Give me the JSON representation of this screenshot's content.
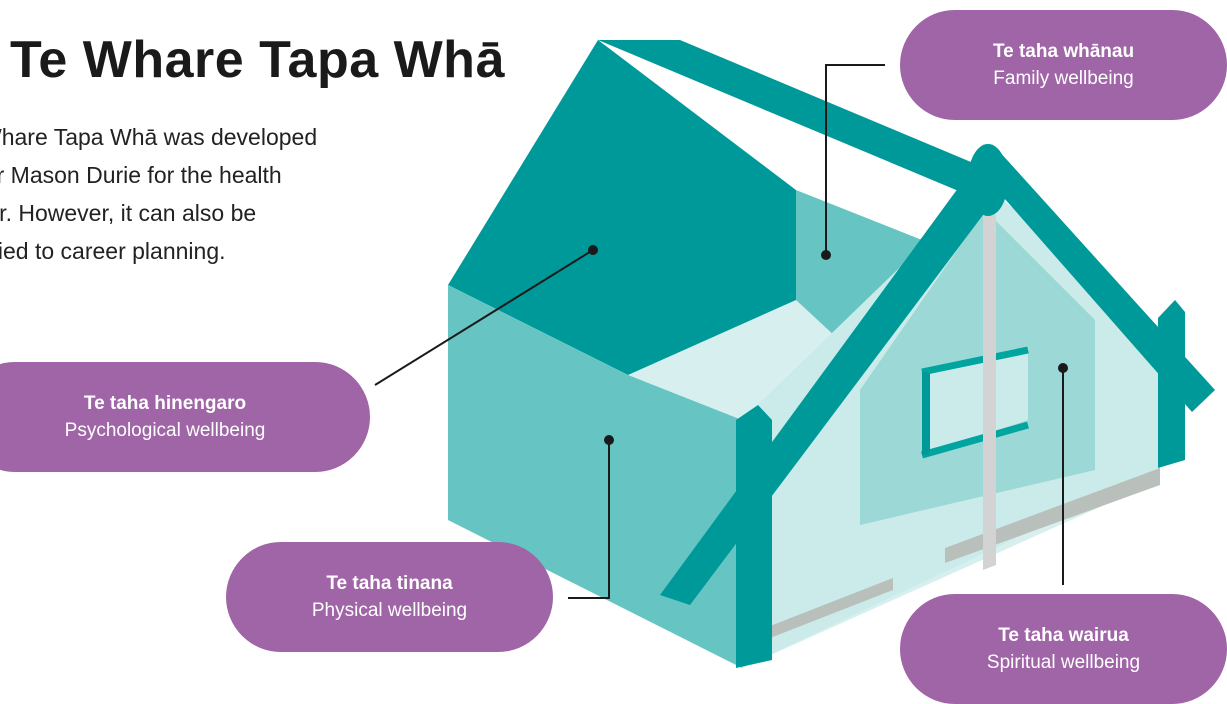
{
  "title": "Te Whare Tapa Whā",
  "intro_lines": [
    "Whare Tapa Whā was developed",
    "Dr Mason Durie for the health",
    "tor. However, it can also be",
    "plied to career planning."
  ],
  "labels": {
    "whanau": {
      "name": "Te taha whānau",
      "desc": "Family wellbeing"
    },
    "hinengaro": {
      "name": "Te taha hinengaro",
      "desc": "Psychological wellbeing"
    },
    "tinana": {
      "name": "Te taha tinana",
      "desc": "Physical wellbeing"
    },
    "wairua": {
      "name": "Te taha wairua",
      "desc": "Spiritual wellbeing"
    }
  },
  "colors": {
    "teal_dark": "#009999",
    "teal_mid": "#66c5c3",
    "teal_light": "#9bd8d6",
    "teal_pale": "#cbebea",
    "floor": "#d7f0ef",
    "base_grey": "#b9c0bb",
    "post_grey": "#d3d3d3",
    "pill": "#9f65a6"
  }
}
